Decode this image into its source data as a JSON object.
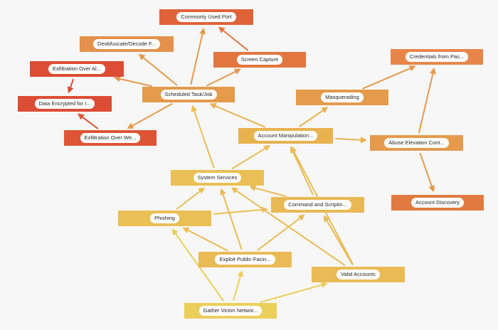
{
  "nodes": [
    {
      "id": "commonly-used-port",
      "label": "Commonly Used Port",
      "color": "#e06239"
    },
    {
      "id": "deobfuscate-decode",
      "label": "Deobfuscate/Decode F...",
      "color": "#e4924b"
    },
    {
      "id": "screen-capture",
      "label": "Screen Capture",
      "color": "#e3763f"
    },
    {
      "id": "exfiltration-over-al",
      "label": "Exfiltration Over Al...",
      "color": "#dd4c34"
    },
    {
      "id": "data-encrypted",
      "label": "Data Encrypted for I...",
      "color": "#dd4c34"
    },
    {
      "id": "scheduled-task",
      "label": "Scheduled Task/Job",
      "color": "#e59a4c"
    },
    {
      "id": "exfiltration-over-we",
      "label": "Exfiltration Over We...",
      "color": "#dd5535"
    },
    {
      "id": "credentials-from-pas",
      "label": "Credentials from Pas...",
      "color": "#e8864a"
    },
    {
      "id": "masquerading",
      "label": "Masquerading",
      "color": "#e59a4c"
    },
    {
      "id": "account-manipulation",
      "label": "Account Manipulation...",
      "color": "#e8b24f"
    },
    {
      "id": "abuse-elevation",
      "label": "Abuse Elevation Cont...",
      "color": "#e59a4c"
    },
    {
      "id": "account-discovery",
      "label": "Account Discovery",
      "color": "#e17a40"
    },
    {
      "id": "system-services",
      "label": "System Services",
      "color": "#eabf55"
    },
    {
      "id": "command-and-scripting",
      "label": "Command and Scriptin...",
      "color": "#eab955"
    },
    {
      "id": "phishing",
      "label": "Phishing",
      "color": "#eabf55"
    },
    {
      "id": "exploit-public-facing",
      "label": "Exploit Public-Facin...",
      "color": "#eabb55"
    },
    {
      "id": "valid-accounts",
      "label": "Valid Accounts",
      "color": "#eabb55"
    },
    {
      "id": "gather-victim-network",
      "label": "Gather Victim Networ...",
      "color": "#ebcf5b"
    }
  ],
  "edges": [
    {
      "from": "scheduled-task",
      "to": "commonly-used-port"
    },
    {
      "from": "screen-capture",
      "to": "commonly-used-port"
    },
    {
      "from": "scheduled-task",
      "to": "deobfuscate-decode"
    },
    {
      "from": "scheduled-task",
      "to": "screen-capture"
    },
    {
      "from": "scheduled-task",
      "to": "exfiltration-over-al"
    },
    {
      "from": "scheduled-task",
      "to": "exfiltration-over-we"
    },
    {
      "from": "exfiltration-over-al",
      "to": "data-encrypted"
    },
    {
      "from": "exfiltration-over-we",
      "to": "data-encrypted"
    },
    {
      "from": "account-manipulation",
      "to": "scheduled-task"
    },
    {
      "from": "account-manipulation",
      "to": "masquerading"
    },
    {
      "from": "account-manipulation",
      "to": "abuse-elevation"
    },
    {
      "from": "masquerading",
      "to": "credentials-from-pas"
    },
    {
      "from": "abuse-elevation",
      "to": "credentials-from-pas"
    },
    {
      "from": "abuse-elevation",
      "to": "account-discovery"
    },
    {
      "from": "system-services",
      "to": "scheduled-task"
    },
    {
      "from": "system-services",
      "to": "account-manipulation"
    },
    {
      "from": "command-and-scripting",
      "to": "account-manipulation"
    },
    {
      "from": "command-and-scripting",
      "to": "system-services"
    },
    {
      "from": "phishing",
      "to": "system-services"
    },
    {
      "from": "phishing",
      "to": "command-and-scripting"
    },
    {
      "from": "exploit-public-facing",
      "to": "phishing"
    },
    {
      "from": "exploit-public-facing",
      "to": "system-services"
    },
    {
      "from": "exploit-public-facing",
      "to": "command-and-scripting"
    },
    {
      "from": "valid-accounts",
      "to": "system-services"
    },
    {
      "from": "valid-accounts",
      "to": "account-manipulation"
    },
    {
      "from": "valid-accounts",
      "to": "command-and-scripting"
    },
    {
      "from": "gather-victim-network",
      "to": "phishing"
    },
    {
      "from": "gather-victim-network",
      "to": "exploit-public-facing"
    },
    {
      "from": "gather-victim-network",
      "to": "valid-accounts"
    }
  ]
}
